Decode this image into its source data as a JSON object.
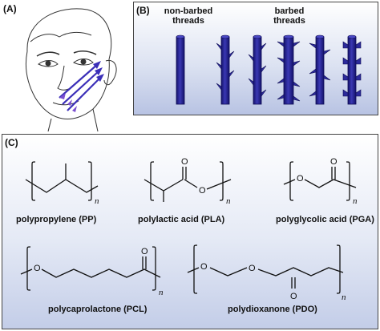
{
  "panels": {
    "a": {
      "label": "(A)"
    },
    "b": {
      "label": "(B)",
      "caption_non_barbed": [
        "non-barbed",
        "threads"
      ],
      "caption_barbed": [
        "barbed",
        "threads"
      ]
    },
    "c": {
      "label": "(C)"
    }
  },
  "molecules": [
    {
      "name": "polypropylene (PP)",
      "subscript": "n",
      "atoms": []
    },
    {
      "name": "polylactic acid (PLA)",
      "subscript": "n",
      "atoms": [
        "O",
        "O"
      ]
    },
    {
      "name": "polyglycolic acid (PGA)",
      "subscript": "n",
      "atoms": [
        "O",
        "O"
      ]
    },
    {
      "name": "polycaprolactone (PCL)",
      "subscript": "n",
      "atoms": [
        "O",
        "O"
      ]
    },
    {
      "name": "polydioxanone (PDO)",
      "subscript": "n",
      "atoms": [
        "O",
        "O",
        "O"
      ]
    }
  ],
  "colors": {
    "thread": "#2c2a9a",
    "thread_dark": "#14126a",
    "arrow": "#3b2fb8",
    "arrow_tail": "#7a4fd0",
    "panel_gradient": "#b8c3e3"
  }
}
